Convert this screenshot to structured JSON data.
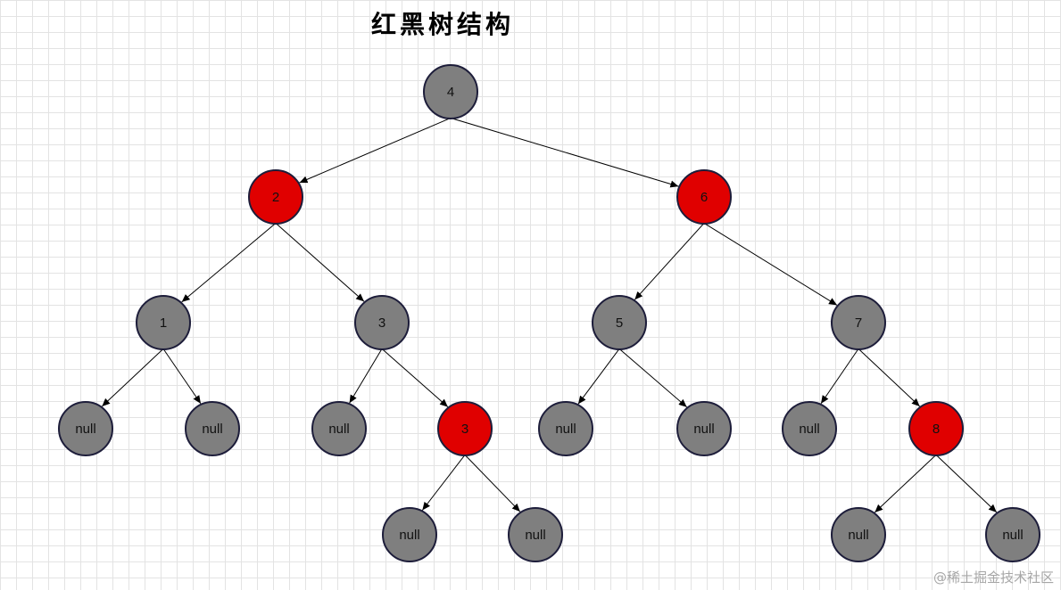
{
  "title": "红黑树结构",
  "watermark": "@稀土掘金技术社区",
  "colors": {
    "black_node": "#7f7f7f",
    "red_node": "#e00000",
    "node_stroke": "#1d1d3a",
    "edge": "#000000"
  },
  "nodes": [
    {
      "id": "n4",
      "label": "4",
      "color": "black"
    },
    {
      "id": "n2",
      "label": "2",
      "color": "red"
    },
    {
      "id": "n6",
      "label": "6",
      "color": "red"
    },
    {
      "id": "n1",
      "label": "1",
      "color": "black"
    },
    {
      "id": "n3",
      "label": "3",
      "color": "black"
    },
    {
      "id": "n5",
      "label": "5",
      "color": "black"
    },
    {
      "id": "n7",
      "label": "7",
      "color": "black"
    },
    {
      "id": "nl1",
      "label": "null",
      "color": "black"
    },
    {
      "id": "nl2",
      "label": "null",
      "color": "black"
    },
    {
      "id": "nl3",
      "label": "null",
      "color": "black"
    },
    {
      "id": "n3r",
      "label": "3",
      "color": "red"
    },
    {
      "id": "nl4",
      "label": "null",
      "color": "black"
    },
    {
      "id": "nl5",
      "label": "null",
      "color": "black"
    },
    {
      "id": "nl6",
      "label": "null",
      "color": "black"
    },
    {
      "id": "n8",
      "label": "8",
      "color": "red"
    },
    {
      "id": "nl7",
      "label": "null",
      "color": "black"
    },
    {
      "id": "nl8",
      "label": "null",
      "color": "black"
    },
    {
      "id": "nl9",
      "label": "null",
      "color": "black"
    },
    {
      "id": "nl10",
      "label": "null",
      "color": "black"
    }
  ],
  "edges": [
    [
      "n4",
      "n2"
    ],
    [
      "n4",
      "n6"
    ],
    [
      "n2",
      "n1"
    ],
    [
      "n2",
      "n3"
    ],
    [
      "n6",
      "n5"
    ],
    [
      "n6",
      "n7"
    ],
    [
      "n1",
      "nl1"
    ],
    [
      "n1",
      "nl2"
    ],
    [
      "n3",
      "nl3"
    ],
    [
      "n3",
      "n3r"
    ],
    [
      "n5",
      "nl4"
    ],
    [
      "n5",
      "nl5"
    ],
    [
      "n7",
      "nl6"
    ],
    [
      "n7",
      "n8"
    ],
    [
      "n3r",
      "nl7"
    ],
    [
      "n3r",
      "nl8"
    ],
    [
      "n8",
      "nl9"
    ],
    [
      "n8",
      "nl10"
    ]
  ]
}
